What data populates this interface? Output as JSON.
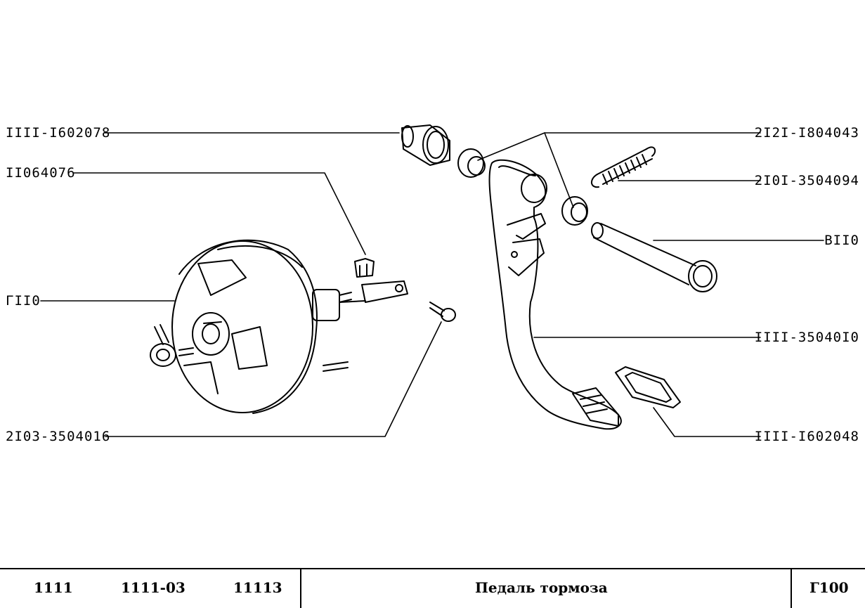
{
  "callouts": {
    "c1": "IIII-I602078",
    "c2": "II064076",
    "c3": "ГII0",
    "c4": "2I03-3504016",
    "c5": "2I2I-I804043",
    "c6": "2I0I-3504094",
    "c7": "BII0",
    "c8": "IIII-35040I0",
    "c9": "IIII-I602048"
  },
  "footer": {
    "model1": "1111",
    "model2": "1111-03",
    "model3": "11113",
    "title": "Педаль тормоза",
    "code": "Г100"
  }
}
